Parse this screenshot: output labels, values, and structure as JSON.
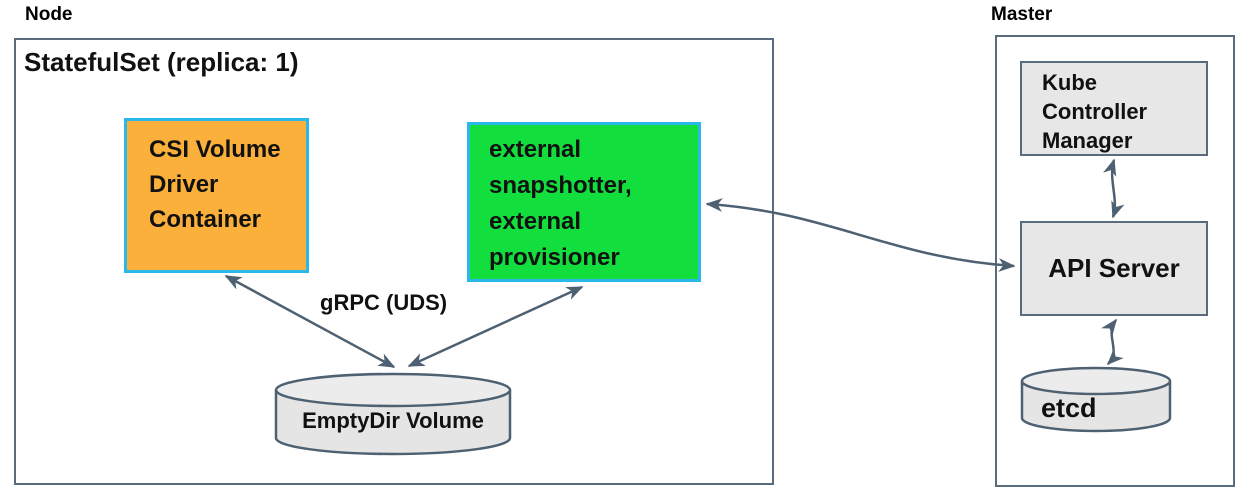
{
  "node": {
    "label": "Node",
    "statefulset_label": "StatefulSet (replica: 1)",
    "csi_box": {
      "lines": [
        "CSI Volume",
        "Driver",
        "Container"
      ]
    },
    "sidecar_box": {
      "lines": [
        "external",
        "snapshotter,",
        "external",
        "provisioner"
      ]
    },
    "grpc_label": "gRPC (UDS)",
    "emptydir_label": "EmptyDir Volume"
  },
  "master": {
    "label": "Master",
    "kcm_box": {
      "lines": [
        "Kube",
        "Controller",
        "Manager"
      ]
    },
    "api_server_label": "API Server",
    "etcd_label": "etcd"
  },
  "colors": {
    "csi-fill": "#FBB03C",
    "sidecar-fill": "#12DE3D",
    "box-border": "#29B8E8",
    "gray-fill": "#E7E7E7",
    "stroke": "#4E6172",
    "outline": "#5A6B7D",
    "text": "#111111"
  }
}
